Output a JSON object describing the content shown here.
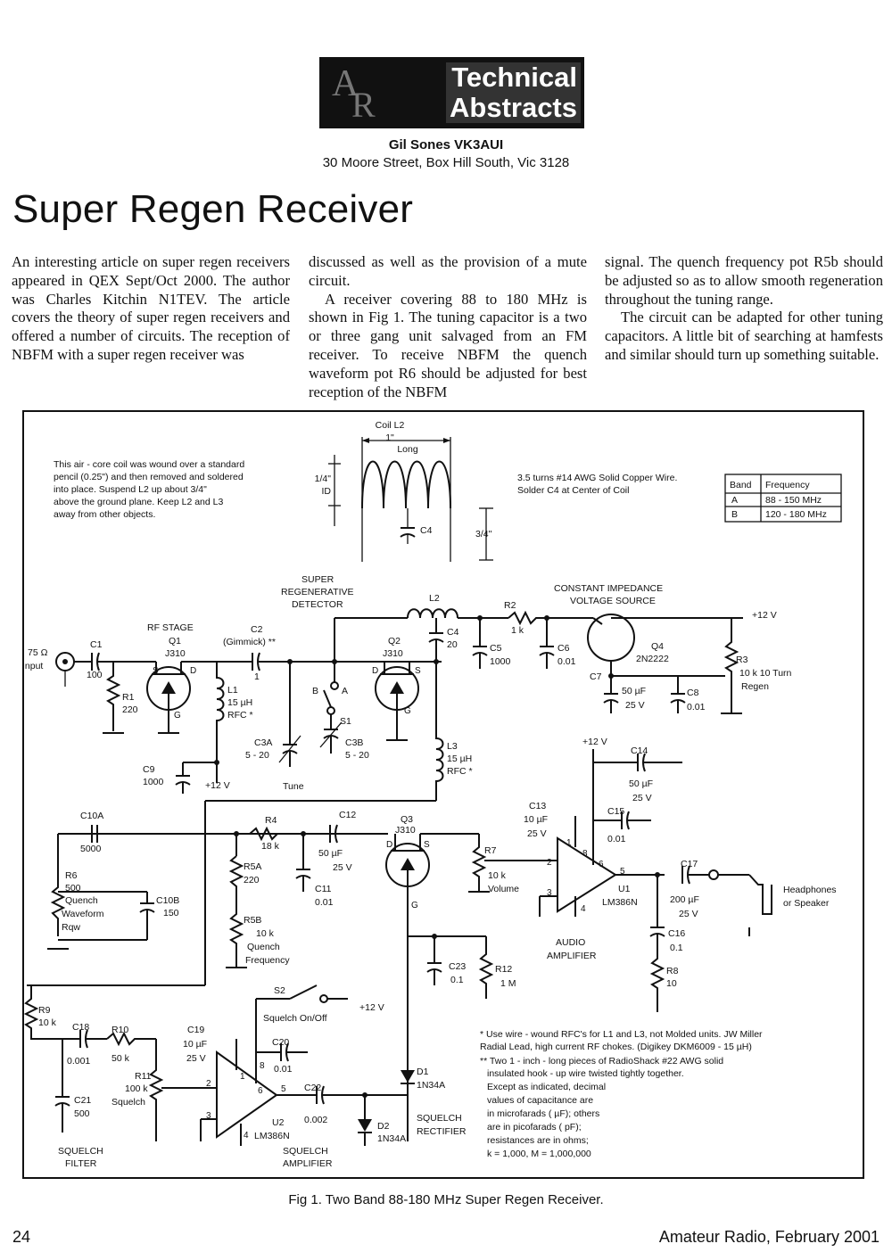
{
  "logo": {
    "letters": "AR",
    "line1": "Technical",
    "line2": "Abstracts"
  },
  "author": {
    "name": "Gil Sones VK3AUI",
    "address": "30 Moore Street, Box Hill South, Vic 3128"
  },
  "article": {
    "title": "Super Regen Receiver",
    "col1_p1": "An interesting article on super regen receivers appeared in QEX Sept/Oct 2000. The author was Charles Kitchin N1TEV. The article covers the theory of super regen receivers and offered a number of circuits. The reception of NBFM with a super regen receiver was",
    "col2_p1": "discussed as well as the provision of a mute circuit.",
    "col2_p2": "A receiver covering 88 to 180 MHz is shown in Fig 1. The tuning capacitor is a two or three gang unit salvaged from an FM receiver. To receive NBFM the quench waveform pot R6 should be adjusted for best reception of the NBFM",
    "col3_p1": "signal. The quench frequency pot R5b should be adjusted so as to allow smooth regeneration throughout the tuning range.",
    "col3_p2": "The circuit can be adapted for other tuning capacitors. A little bit of searching at hamfests and similar should turn up something suitable."
  },
  "figure": {
    "coil_note": [
      "This air - core coil was wound over a standard",
      "pencil (0.25\") and then removed and soldered",
      "into place. Suspend L2 up about 3/4\"",
      "above the ground plane. Keep L2 and L3",
      "away from other objects."
    ],
    "coil_title": [
      "Coil L2",
      "1\"",
      "Long"
    ],
    "coil_id": [
      "1/4\"",
      "ID"
    ],
    "coil_c4": "C4",
    "coil_height": "3/4\"",
    "wire_note": [
      "3.5 turns #14 AWG Solid Copper Wire.",
      "Solder C4 at  Center of Coil"
    ],
    "band_table": {
      "headers": [
        "Band",
        "Frequency"
      ],
      "rows": [
        [
          "A",
          "88 - 150 MHz"
        ],
        [
          "B",
          "120 - 180 MHz"
        ]
      ]
    },
    "labels": {
      "input": [
        "75 Ω",
        "Input"
      ],
      "c1": [
        "C1",
        "100"
      ],
      "r1": [
        "R1",
        "220"
      ],
      "rf_stage": [
        "RF STAGE",
        "Q1",
        "J310"
      ],
      "c2": [
        "C2",
        "(Gimmick) **",
        "1"
      ],
      "l1": [
        "L1",
        "15 µH",
        "RFC *"
      ],
      "c9": [
        "C9",
        "1000"
      ],
      "plus12a": "+12 V",
      "c3a": [
        "C3A",
        "5 - 20"
      ],
      "tune": "Tune",
      "ba": [
        "B",
        "A"
      ],
      "s1": "S1",
      "c3b": [
        "C3B",
        "5 - 20"
      ],
      "detector": [
        "SUPER",
        "REGENERATIVE",
        "DETECTOR"
      ],
      "q2": [
        "Q2",
        "J310"
      ],
      "l2": "L2",
      "c4": [
        "C4",
        "20"
      ],
      "l3": [
        "L3",
        "15 µH",
        "RFC *"
      ],
      "r2": [
        "R2",
        "1 k"
      ],
      "c5": [
        "C5",
        "1000"
      ],
      "c6": [
        "C6",
        "0.01"
      ],
      "cis": [
        "CONSTANT IMPEDANCE",
        "VOLTAGE SOURCE"
      ],
      "q4": [
        "Q4",
        "2N2222"
      ],
      "plus12b": "+12 V",
      "r3": [
        "R3",
        "10 k 10 Turn",
        "Regen"
      ],
      "c7": [
        "C7",
        "50 µF",
        "25 V"
      ],
      "c8": [
        "C8",
        "0.01"
      ],
      "c10a": [
        "C10A",
        "5000"
      ],
      "r6": [
        "R6",
        "500",
        "Quench",
        "Waveform",
        "Rqw"
      ],
      "c10b": [
        "C10B",
        "150"
      ],
      "r4": [
        "R4",
        "18 k"
      ],
      "r5a": [
        "R5A",
        "220"
      ],
      "r5b": [
        "R5B",
        "10 k",
        "Quench",
        "Frequency"
      ],
      "c12": [
        "C12",
        "50 µF",
        "25 V"
      ],
      "c11": [
        "C11",
        "0.01"
      ],
      "q3": [
        "Q3",
        "J310"
      ],
      "r7": [
        "R7",
        "10 k",
        "Volume"
      ],
      "c23": [
        "C23",
        "0.1"
      ],
      "r12": [
        "R12",
        "1 M"
      ],
      "plus12c": "+12 V",
      "c14": [
        "C14",
        "50 µF",
        "25 V"
      ],
      "c13": [
        "C13",
        "10 µF",
        "25 V"
      ],
      "c15": [
        "C15",
        "0.01"
      ],
      "u1": [
        "U1",
        "LM386N"
      ],
      "audio_amp": [
        "AUDIO",
        "AMPLIFIER"
      ],
      "c17": [
        "C17",
        "200 µF",
        "25 V"
      ],
      "c16": [
        "C16",
        "0.1"
      ],
      "r8": [
        "R8",
        "10"
      ],
      "headphones": [
        "Headphones",
        "or Speaker"
      ],
      "r9": [
        "R9",
        "10 k"
      ],
      "c18": [
        "C18",
        "0.001"
      ],
      "r10": [
        "R10",
        "50 k"
      ],
      "r11": [
        "R11",
        "100 k",
        "Squelch"
      ],
      "c21": [
        "C21",
        "500"
      ],
      "squelch_filter": [
        "SQUELCH",
        "FILTER"
      ],
      "s2": [
        "S2",
        "Squelch On/Off"
      ],
      "plus12d": "+12 V",
      "c19": [
        "C19",
        "10 µF",
        "25 V"
      ],
      "c20": [
        "C20",
        "0.01"
      ],
      "u2": [
        "U2",
        "LM386N"
      ],
      "squelch_amp": [
        "SQUELCH",
        "AMPLIFIER"
      ],
      "c22": [
        "C22",
        "0.002"
      ],
      "d1": [
        "D1",
        "1N34A"
      ],
      "d2": [
        "D2",
        "1N34A"
      ],
      "sq_rect": [
        "SQUELCH",
        "RECTIFIER"
      ],
      "pins_u1": [
        "2",
        "3",
        "6",
        "4",
        "5",
        "8",
        "1"
      ],
      "pins_u2": [
        "2",
        "3",
        "6",
        "4",
        "5",
        "8",
        "1"
      ]
    },
    "notes": [
      "* Use wire - wound RFC's for L1 and L3, not Molded units. JW Miller",
      "Radial Lead, high current RF chokes. (Digikey DKM6009 - 15 µH)",
      "** Two 1 - inch - long pieces of RadioShack #22 AWG solid",
      "insulated hook - up wire twisted tightly together.",
      "Except as indicated, decimal",
      "values of capacitance are",
      "in microfarads ( µF); others",
      "are in picofarads ( pF);",
      "resistances are in ohms;",
      "k = 1,000, M = 1,000,000"
    ]
  },
  "caption": "Fig 1. Two Band 88-180 MHz Super Regen Receiver.",
  "footer": {
    "page": "24",
    "publication": "Amateur Radio, February 2001"
  }
}
